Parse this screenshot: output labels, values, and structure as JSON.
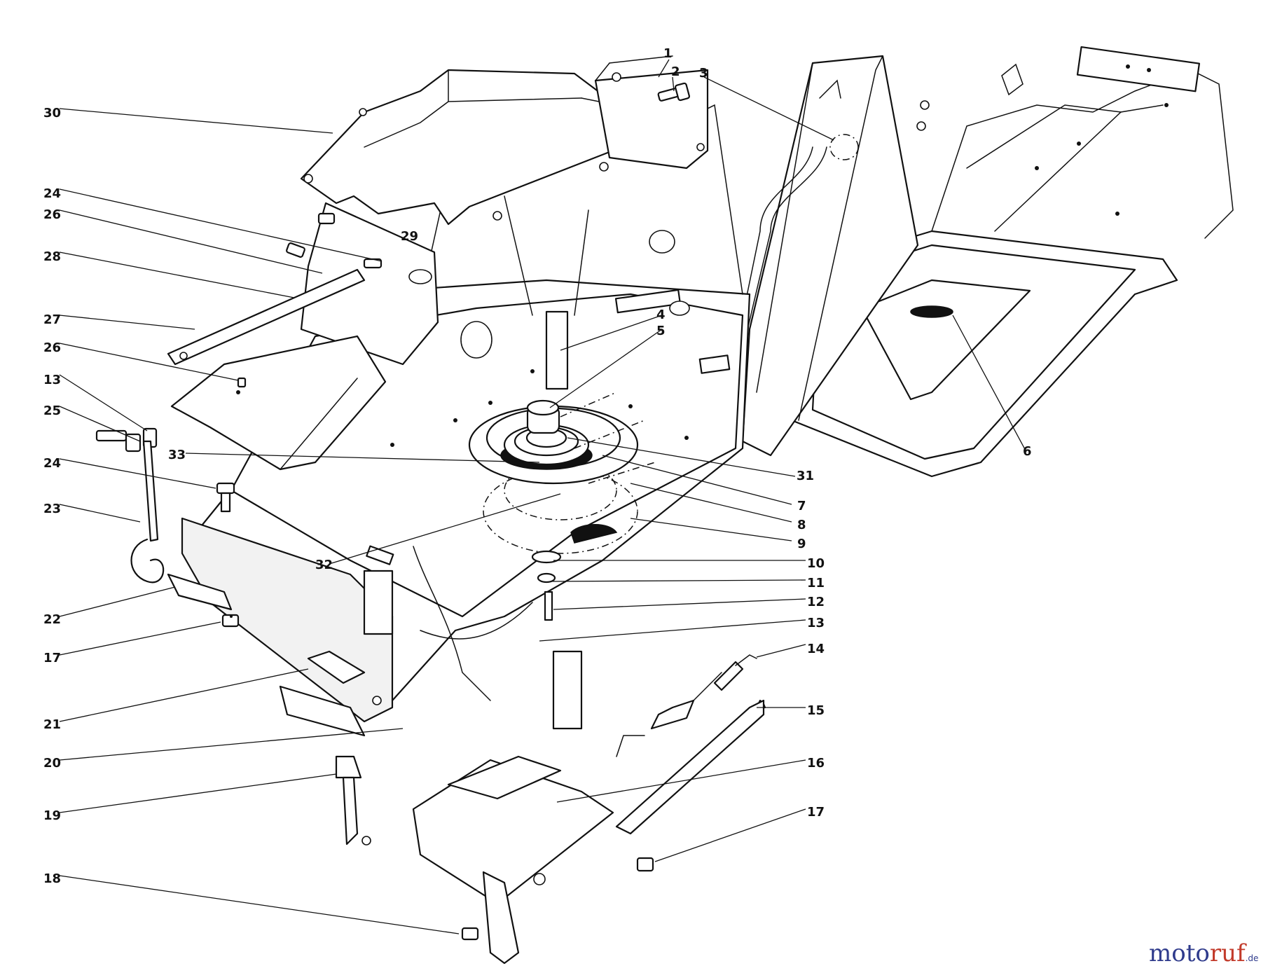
{
  "diagram": {
    "callouts": [
      {
        "id": "c1",
        "text": "1"
      },
      {
        "id": "c2",
        "text": "2"
      },
      {
        "id": "c3",
        "text": "3"
      },
      {
        "id": "c4",
        "text": "4"
      },
      {
        "id": "c5",
        "text": "5"
      },
      {
        "id": "c6",
        "text": "6"
      },
      {
        "id": "c7",
        "text": "7"
      },
      {
        "id": "c8",
        "text": "8"
      },
      {
        "id": "c9",
        "text": "9"
      },
      {
        "id": "c10",
        "text": "10"
      },
      {
        "id": "c11",
        "text": "11"
      },
      {
        "id": "c12",
        "text": "12"
      },
      {
        "id": "c13r",
        "text": "13"
      },
      {
        "id": "c14",
        "text": "14"
      },
      {
        "id": "c15",
        "text": "15"
      },
      {
        "id": "c16",
        "text": "16"
      },
      {
        "id": "c17r",
        "text": "17"
      },
      {
        "id": "c18",
        "text": "18"
      },
      {
        "id": "c19",
        "text": "19"
      },
      {
        "id": "c20",
        "text": "20"
      },
      {
        "id": "c21",
        "text": "21"
      },
      {
        "id": "c22",
        "text": "22"
      },
      {
        "id": "c17l",
        "text": "17"
      },
      {
        "id": "c23",
        "text": "23"
      },
      {
        "id": "c24b",
        "text": "24"
      },
      {
        "id": "c33",
        "text": "33"
      },
      {
        "id": "c25",
        "text": "25"
      },
      {
        "id": "c13l",
        "text": "13"
      },
      {
        "id": "c26b",
        "text": "26"
      },
      {
        "id": "c27",
        "text": "27"
      },
      {
        "id": "c28",
        "text": "28"
      },
      {
        "id": "c26a",
        "text": "26"
      },
      {
        "id": "c24a",
        "text": "24"
      },
      {
        "id": "c29",
        "text": "29"
      },
      {
        "id": "c30",
        "text": "30"
      },
      {
        "id": "c31",
        "text": "31"
      },
      {
        "id": "c32",
        "text": "32"
      }
    ]
  },
  "watermark": {
    "part1": "moto",
    "part2": "ruf",
    "suffix": ".de",
    "colors": {
      "blue": "#2f3b8c",
      "red": "#c23a2a"
    }
  }
}
